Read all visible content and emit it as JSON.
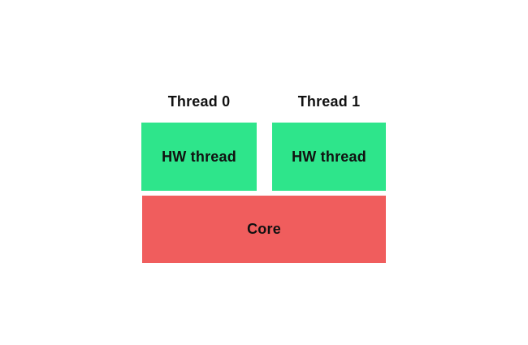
{
  "diagram": {
    "threads": [
      {
        "label": "Thread 0",
        "box_label": "HW thread"
      },
      {
        "label": "Thread 1",
        "box_label": "HW thread"
      }
    ],
    "core": {
      "label": "Core"
    },
    "colors": {
      "hw_thread_fill": "#2ee58b",
      "core_fill": "#f05d5d",
      "text": "#111111",
      "background": "#ffffff"
    }
  }
}
